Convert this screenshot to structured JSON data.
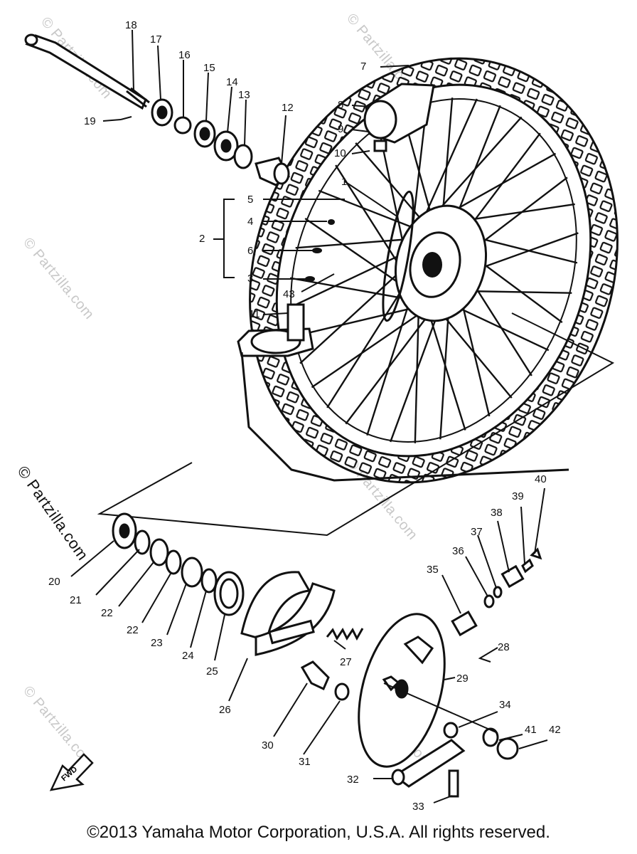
{
  "diagram": {
    "callouts": [
      "1",
      "2",
      "3",
      "4",
      "5",
      "6",
      "7",
      "8",
      "9",
      "10",
      "11",
      "12",
      "13",
      "14",
      "15",
      "16",
      "17",
      "18",
      "19",
      "20",
      "21",
      "22",
      "22",
      "23",
      "24",
      "25",
      "26",
      "27",
      "28",
      "29",
      "30",
      "31",
      "32",
      "33",
      "34",
      "35",
      "36",
      "37",
      "38",
      "39",
      "40",
      "41",
      "42",
      "43"
    ],
    "fwd_label": "FWD"
  },
  "watermarks": {
    "text": "© Partzilla.com"
  },
  "footer": {
    "copyright": "©2013 Yamaha Motor Corporation, U.S.A. All rights reserved."
  }
}
